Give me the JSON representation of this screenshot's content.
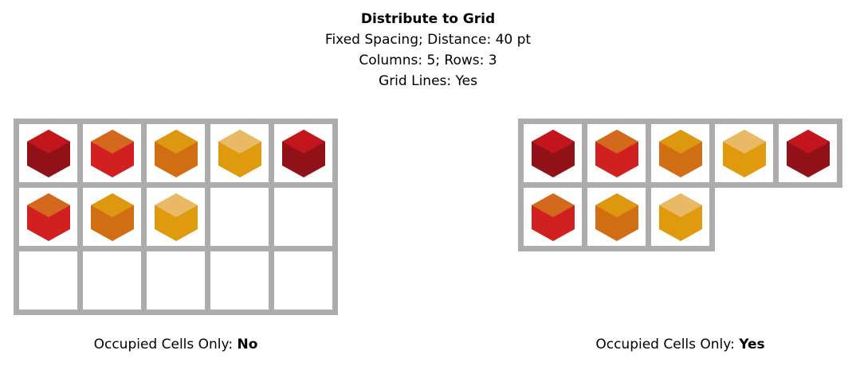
{
  "title": {
    "heading": "Distribute to Grid",
    "line2": "Fixed Spacing; Distance: 40 pt",
    "line3": "Columns: 5; Rows: 3",
    "line4": "Grid Lines: Yes"
  },
  "palette": {
    "grid_line": "#acacac",
    "background": "#ffffff",
    "dark_red": "#911118",
    "red": "#d22020",
    "orange": "#d16c19",
    "amber": "#de990f",
    "tan": "#e9b965"
  },
  "cube_variants": [
    {
      "name": "dark-red-cube",
      "top": "#c3161c",
      "body": "#911118"
    },
    {
      "name": "red-cube",
      "top": "#d2691c",
      "body": "#d22020"
    },
    {
      "name": "orange-cube",
      "top": "#dd9810",
      "body": "#d16e14"
    },
    {
      "name": "amber-cube",
      "top": "#e9b965",
      "body": "#df9a0e"
    }
  ],
  "left_grid": {
    "columns": 5,
    "rows": 3,
    "cell_rows": [
      [
        1,
        2,
        3,
        4,
        1
      ],
      [
        2,
        3,
        4,
        0,
        0
      ],
      [
        0,
        0,
        0,
        0,
        0
      ]
    ],
    "caption_prefix": "Occupied Cells Only: ",
    "caption_value": "No"
  },
  "right_grid": {
    "columns": 5,
    "rows": 2,
    "cell_rows": [
      [
        1,
        2,
        3,
        4,
        1
      ],
      [
        2,
        3,
        4
      ]
    ],
    "caption_prefix": "Occupied Cells Only: ",
    "caption_value": "Yes"
  }
}
